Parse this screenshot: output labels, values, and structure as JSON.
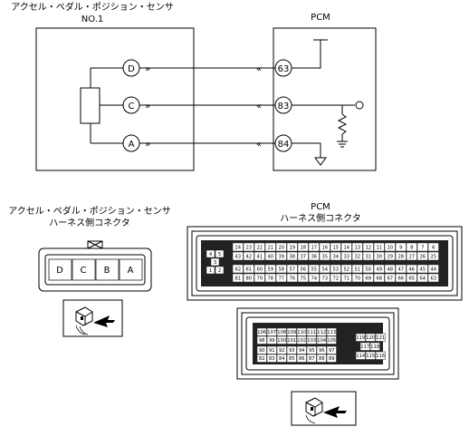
{
  "sensor": {
    "title_line1": "アクセル・ペダル・ポジション・センサ",
    "title_line2": "NO.1",
    "pins": [
      "D",
      "C",
      "A"
    ]
  },
  "pcm": {
    "title": "PCM",
    "pins": [
      "63",
      "83",
      "84"
    ]
  },
  "harness_left": {
    "title_line1": "アクセル・ペダル・ポジション・センサ",
    "title_line2": "ハーネス側コネクタ",
    "pins": [
      "D",
      "C",
      "B",
      "A"
    ]
  },
  "harness_right": {
    "title_line1": "PCM",
    "title_line2": "ハーネス側コネクタ",
    "small_pins": [
      "4",
      "5",
      "3",
      "1",
      "2"
    ],
    "upper_rows": [
      [
        "24",
        "23",
        "22",
        "21",
        "20",
        "19",
        "18",
        "17",
        "16",
        "15",
        "14",
        "13",
        "12",
        "11",
        "10",
        "9",
        "8",
        "7",
        "6"
      ],
      [
        "43",
        "42",
        "41",
        "40",
        "39",
        "38",
        "37",
        "36",
        "35",
        "34",
        "33",
        "32",
        "31",
        "30",
        "29",
        "28",
        "27",
        "26",
        "25"
      ],
      [
        "62",
        "61",
        "60",
        "59",
        "58",
        "57",
        "56",
        "55",
        "54",
        "53",
        "52",
        "51",
        "50",
        "49",
        "48",
        "47",
        "46",
        "45",
        "44"
      ],
      [
        "81",
        "80",
        "79",
        "78",
        "77",
        "76",
        "75",
        "74",
        "73",
        "72",
        "71",
        "70",
        "69",
        "68",
        "67",
        "66",
        "65",
        "64",
        "63"
      ]
    ],
    "lower_rows": [
      [
        "106",
        "107",
        "108",
        "109",
        "110",
        "111",
        "112",
        "113"
      ],
      [
        "98",
        "99",
        "100",
        "101",
        "102",
        "103",
        "104",
        "105"
      ],
      [
        "90",
        "91",
        "92",
        "93",
        "94",
        "95",
        "96",
        "97"
      ],
      [
        "82",
        "83",
        "84",
        "85",
        "86",
        "87",
        "88",
        "89"
      ]
    ],
    "lower_right": [
      [
        "119",
        "120",
        "121"
      ],
      [
        "117",
        "118"
      ],
      [
        "114",
        "115",
        "116"
      ]
    ]
  },
  "colors": {
    "line": "#000000",
    "dark": "#222222",
    "cell": "#ffffff"
  }
}
